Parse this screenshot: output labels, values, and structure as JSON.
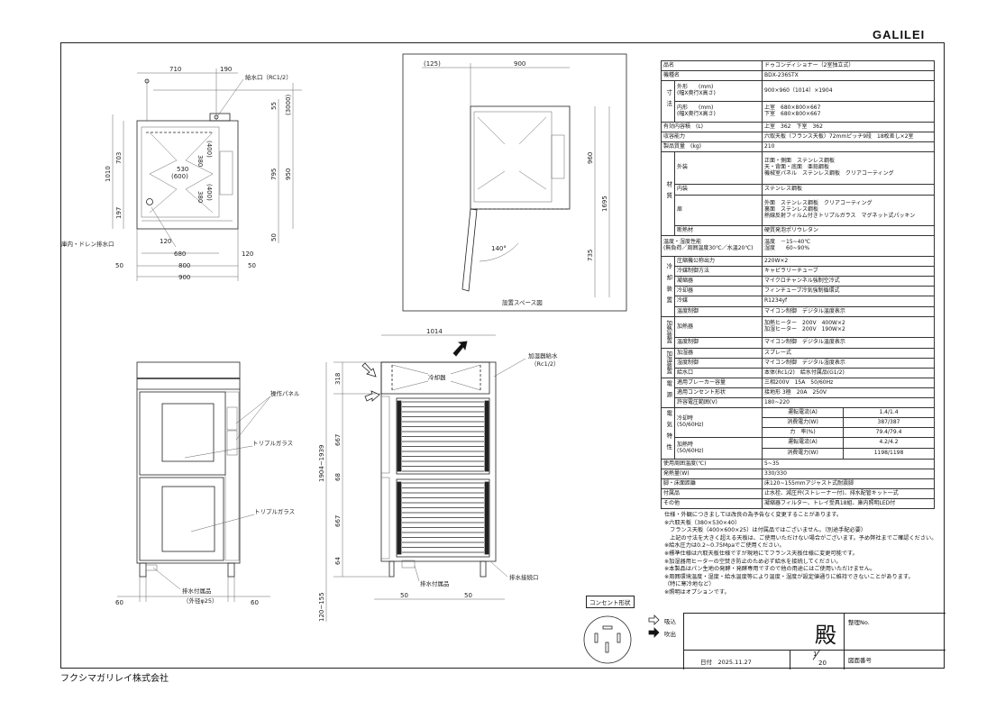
{
  "header": {
    "logo": "GALILEI",
    "company": "フクシマガリレイ株式会社"
  },
  "plan_view": {
    "water_inlet": "給水口（RC1/2）",
    "drain": "庫内・ドレン排水口",
    "dims": {
      "w710": "710",
      "w190": "190",
      "h55": "55",
      "h3000": "(3000)",
      "h1010": "1010",
      "h703": "703",
      "h197": "197",
      "h795": "795",
      "h950": "950",
      "h50": "50",
      "d530": "530",
      "d600": "(600)",
      "d380a": "380",
      "d400a": "(400)",
      "d380b": "380",
      "d400b": "(400)",
      "b120l": "120",
      "b680": "680",
      "b120r": "120",
      "b50l": "50",
      "b800": "800",
      "b50r": "50",
      "b900": "900"
    }
  },
  "install_view": {
    "title": "設置スペース図",
    "dims": {
      "d125": "(125)",
      "d900": "900",
      "d960": "960",
      "d1695": "1695",
      "d735": "735",
      "angle": "140°"
    }
  },
  "front_view": {
    "panel": "操作パネル",
    "glass1": "トリプルガラス",
    "glass2": "トリプルガラス",
    "drain": "排水付属品",
    "drain_dia": "（外径φ25）",
    "d60l": "60",
    "d60r": "60"
  },
  "side_view": {
    "d1014": "1014",
    "water": "加湿器給水",
    "water_spec": "（Rc1/2）",
    "cooler": "冷却器",
    "d318": "318",
    "d667a": "667",
    "d68": "68",
    "d667b": "667",
    "d64": "64",
    "height": "1904~1939",
    "legs": "120~155",
    "d50l": "50",
    "d50r": "50",
    "drain": "排水付属品",
    "drain_port": "排水接続口"
  },
  "spec": {
    "name_l": "品名",
    "name_v": "ドゥコンディショナー（2室独立式）",
    "model_l": "機種名",
    "model_v": "BDX-236STX",
    "dim_cat": "寸法",
    "outer_l1": "外形　　(mm)",
    "outer_l2": "(幅X奥行X高さ)",
    "outer_v": "900×960（1014）×1904",
    "inner_l1": "内形　　(mm)",
    "inner_l2": "(幅X奥行X高さ)",
    "inner_v1": "上室　680×800×667",
    "inner_v2": "下室　680×800×667",
    "vol_l": "有効内容積　(L)",
    "vol_v": "上室　362　下室　362",
    "cap_l": "収容能力",
    "cap_v": "六取天板（フランス天板）72mmピッチ9段　18枚差し×2室",
    "mass_l": "製品質量　(kg)",
    "mass_v": "210",
    "mat_cat": "材質",
    "ext_l": "外装",
    "ext_v1": "正面・側面　ステンレス鋼板",
    "ext_v2": "天・背面・底面　亜鉛鋼板",
    "ext_v3": "機械室パネル　ステンレス鋼板　クリアコーティング",
    "int_l": "内装",
    "int_v": "ステンレス鋼板",
    "door_l": "扉",
    "door_v1": "外面　ステンレス鋼板　クリアコーティング",
    "door_v2": "裏面　ステンレス鋼板",
    "door_v3": "熱線反射フィルム付きトリプルガラス　マグネット式パッキン",
    "ins_l": "断熱材",
    "ins_v": "硬質発泡ポリウレタン",
    "perf_l1": "温度・湿度性能",
    "perf_l2": "(無負荷／周囲温度30℃／水温20℃)",
    "perf_v1": "温度　－15~40℃",
    "perf_v2": "湿度　　60~90%",
    "cool_cat": "冷却装置",
    "comp_l": "圧縮機公称出力",
    "comp_v": "220W×2",
    "ctrl_l": "冷媒制御方法",
    "ctrl_v": "キャピラリーチューブ",
    "cond_l": "凝縮器",
    "cond_v": "マイクロチャンネル強制空冷式",
    "evap_l": "冷却器",
    "evap_v": "フィンチューブ冷気強制循環式",
    "refr_l": "冷媒",
    "refr_v": "R1234yf",
    "tc1_l": "温度制御",
    "tc1_v": "マイコン制御　デジタル温度表示",
    "heat_cat": "加熱装置",
    "heater_l": "加熱器",
    "heater_v1": "加熱ヒーター　200V　400W×2",
    "heater_v2": "加湿ヒーター　200V　190W×2",
    "tc2_l": "温度制御",
    "tc2_v": "マイコン制御　デジタル温度表示",
    "hum_cat": "加湿装置",
    "hum_l": "加湿器",
    "hum_v": "スプレー式",
    "hc_l": "湿度制御",
    "hc_v": "マイコン制御　デジタル湿度表示",
    "wi_l": "給水口",
    "wi_v": "本体(Rc1/2)　給水付属品(G1/2)",
    "pow_cat": "電源",
    "brk_l": "適用ブレーカー容量",
    "brk_v": "三相200V　15A　50/60Hz",
    "out_l": "適用コンセント形状",
    "out_v": "接地形 3極　20A　250V",
    "vr_l": "許容電圧範囲(V)",
    "vr_v": "180~220",
    "elec_cat": "電気特性",
    "cool_l1": "冷却時",
    "cool_l2": "(50/60Hz)",
    "c_cur_l": "運転電流(A)",
    "c_cur_v": "1.4/1.4",
    "c_pow_l": "消費電力(W)",
    "c_pow_v": "387/387",
    "c_pf_l": "力　率(%)",
    "c_pf_v": "79.4/79.4",
    "heat_l1": "加熱時",
    "heat_l2": "(50/60Hz)",
    "h_cur_l": "運転電流(A)",
    "h_cur_v": "4.2/4.2",
    "h_pow_l": "消費電力(W)",
    "h_pow_v": "1198/1198",
    "amb_l": "使用周囲温度(℃)",
    "amb_v": "5~35",
    "hv_l": "発熱量(W)",
    "hv_v": "330/330",
    "leg_l": "脚・床面距離",
    "leg_v": "床120~155mmアジャスト式耐震脚",
    "acc_l": "付属品",
    "acc_v": "止水栓、減圧弁(ストレーナー付)、排水配管キット一式",
    "oth_l": "その他",
    "oth_v": "凝縮器フィルター、トレイ受具18組、庫内照明LED付"
  },
  "notes": [
    "仕様・外観につきましては改良の為予告なく変更することがあります。",
    "※六取天板（380×530×40）",
    "　フランス天板（400×600×25）は付属品ではございません。（別途手配必要）",
    "　上記の寸法を大きく超える天板は、ご使用いただけない場合がございます。予め弊社までご確認ください。",
    "※給水圧力は0.2~0.75Mpaでご使用ください。",
    "※標準仕様は六取天板仕様ですが現地にてフランス天板仕様に変更可能です。",
    "※加湿器用ヒーターの空焚き防止のため必ず給水を接続してください。",
    "※本製品はパン生地の発酵・発酵専用ですので他の用途にはご使用いただけません。",
    "※周囲環境温度・湿度・給水温度等により温度・湿度が設定値通りに維持できないことがあります。",
    "（特に寒冷地など）",
    "※照明はオプションです。"
  ],
  "outlet": {
    "label": "コンセント形状"
  },
  "legend": {
    "intake": "吸込",
    "outlet": "吹出"
  },
  "title_block": {
    "honorific": "殿",
    "ref_no": "整理No.",
    "date": "日付　2025.11.27",
    "page": "1",
    "pages": "20",
    "drawing_no": "図面番号"
  }
}
